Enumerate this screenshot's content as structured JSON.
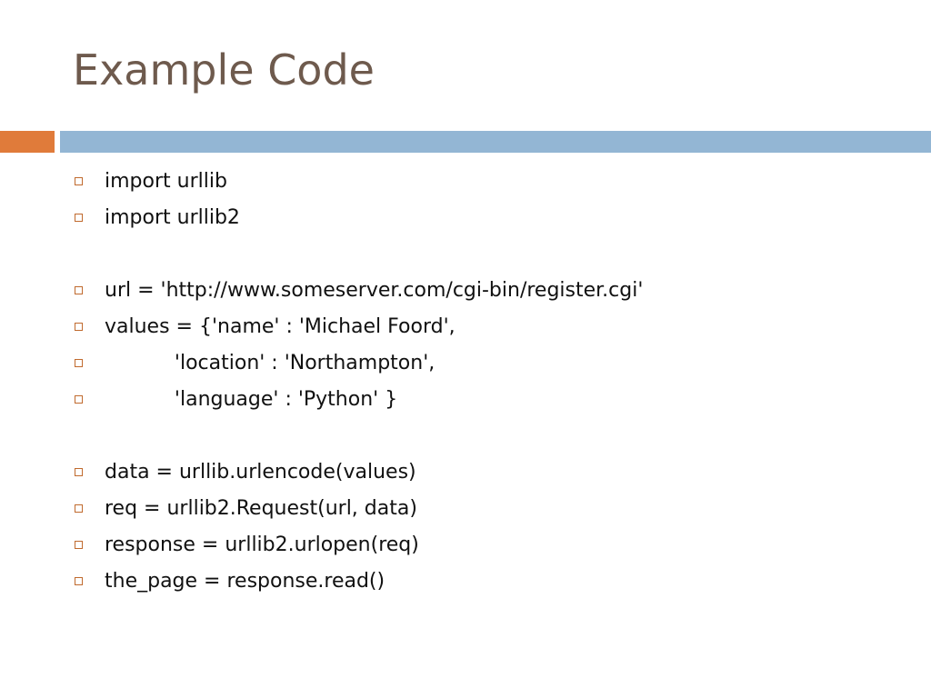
{
  "slide": {
    "title": "Example Code",
    "accent_left_color": "#e07b3a",
    "accent_right_color": "#93b6d4",
    "bullet_color": "#c06a2e",
    "lines": [
      "import urllib",
      "import urllib2",
      "",
      "url = 'http://www.someserver.com/cgi-bin/register.cgi'",
      "values = {'name' : 'Michael Foord',",
      "           'location' : 'Northampton',",
      "           'language' : 'Python' }",
      "",
      "data = urllib.urlencode(values)",
      "req = urllib2.Request(url, data)",
      "response = urllib2.urlopen(req)",
      "the_page = response.read()"
    ]
  }
}
